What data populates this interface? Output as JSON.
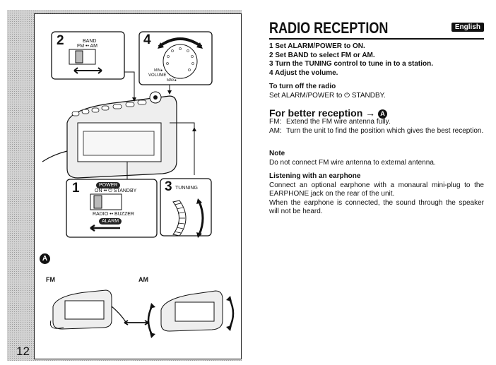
{
  "page_number": "12",
  "illustration": {
    "step2": {
      "number": "2",
      "band_label": "BAND",
      "band_options": "FM •• AM"
    },
    "step4": {
      "number": "4",
      "min_label": "MIN●",
      "volume_label": "VOLUME",
      "max_label": "MAX●"
    },
    "step1": {
      "number": "1",
      "power_label": "POWER",
      "on_standby": "ON •• ⏻ STANDBY",
      "radio_buzzer": "RADIO •• BUZZER",
      "alarm_label": "ALARM"
    },
    "step3": {
      "number": "3",
      "tuning_label": "TUNNING"
    },
    "section_marker": "A",
    "fm_label": "FM",
    "am_label": "AM"
  },
  "header": {
    "title": "RADIO RECEPTION",
    "language_badge": "English"
  },
  "steps": [
    "1  Set ALARM/POWER to ON.",
    "2  Set BAND to select FM or AM.",
    "3  Turn the TUNING control to tune in to a station.",
    "4  Adjust the volume."
  ],
  "turn_off": {
    "heading": "To turn off the radio",
    "text": "Set ALARM/POWER to ⏻ STANDBY."
  },
  "better_reception": {
    "heading": "For better reception →",
    "marker": "A",
    "fm_key": "FM:",
    "fm_text": "Extend the FM wire antenna fully.",
    "am_key": "AM:",
    "am_text": "Turn the unit to find the position which gives the best reception."
  },
  "note": {
    "heading": "Note",
    "text": "Do not connect FM wire antenna to external antenna."
  },
  "earphone": {
    "heading": "Listening with an earphone",
    "para1": "Connect an optional earphone with a monaural mini-plug to the EARPHONE jack on the rear of the unit.",
    "para2": "When the earphone is connected, the sound through the speaker will not be heard."
  }
}
